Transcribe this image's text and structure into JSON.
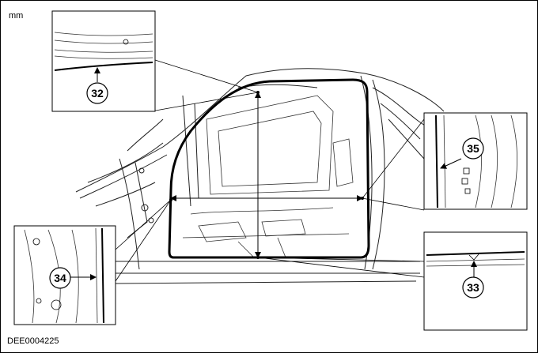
{
  "diagram": {
    "unit_label": "mm",
    "figure_code": "DEE0004225",
    "callouts": {
      "c32": "32",
      "c33": "33",
      "c34": "34",
      "c35": "35"
    }
  }
}
